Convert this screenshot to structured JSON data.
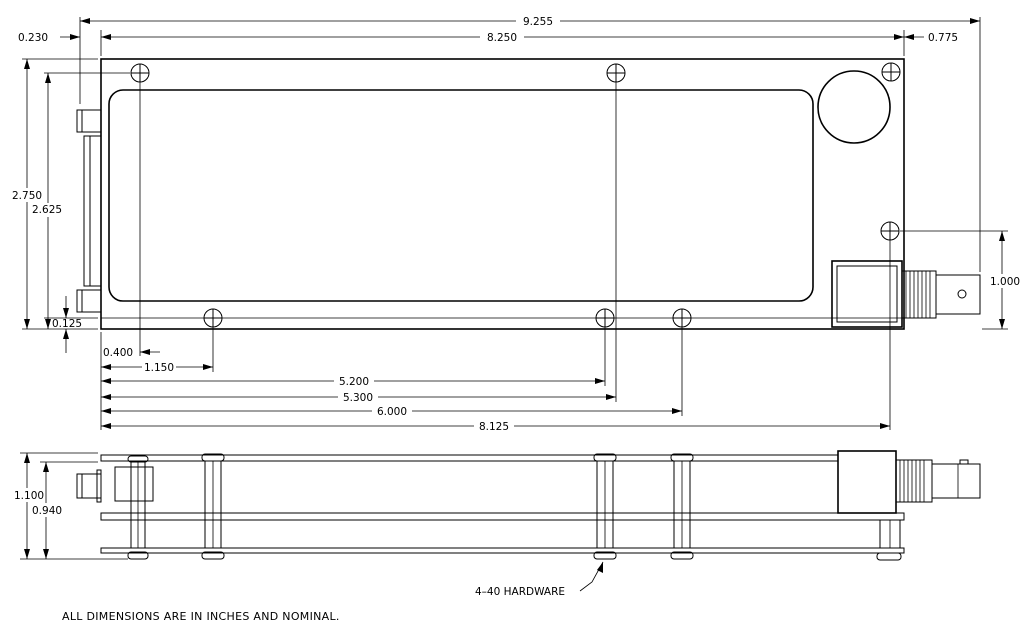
{
  "dimensions": {
    "overall_length": "9.255",
    "body_length": "8.250",
    "left_offset": "0.230",
    "right_offset": "0.775",
    "overall_height": "2.750",
    "body_height": "2.625",
    "bottom_offset": "0.125",
    "connector_height": "1.000",
    "hole_x_1": "0.400",
    "hole_x_2": "1.150",
    "hole_x_3": "5.200",
    "hole_x_4": "5.300",
    "hole_x_5": "6.000",
    "hole_x_6": "8.125",
    "side_overall_height": "1.100",
    "side_body_height": "0.940"
  },
  "labels": {
    "hardware": "4–40 HARDWARE"
  },
  "notes": {
    "units": "ALL DIMENSIONS ARE IN INCHES AND NOMINAL."
  }
}
